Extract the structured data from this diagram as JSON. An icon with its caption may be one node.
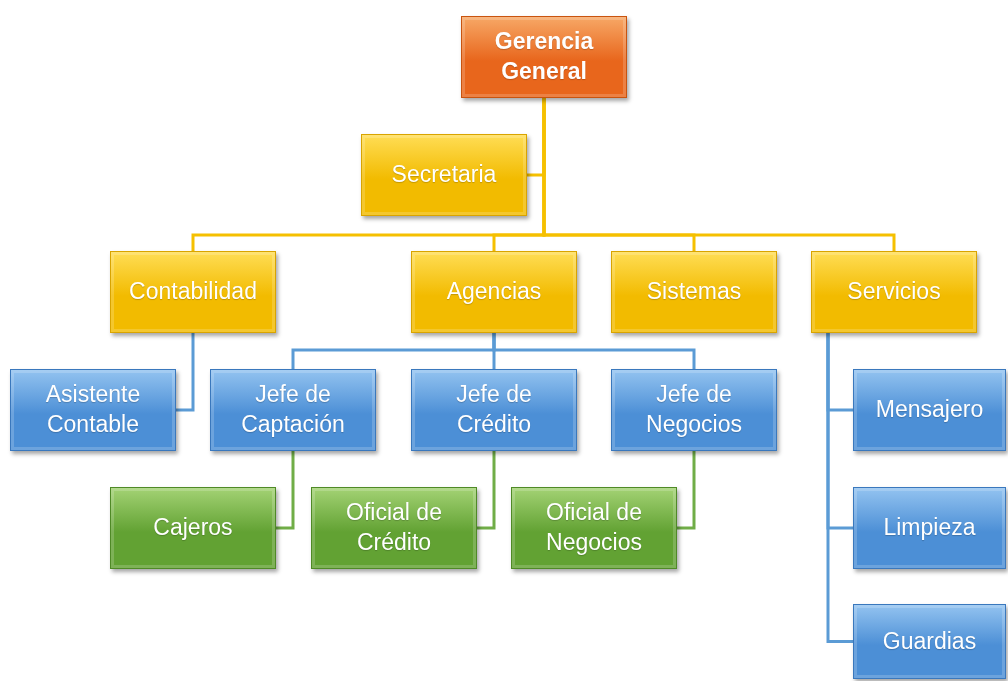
{
  "diagram": {
    "nodes": [
      {
        "text": [
          "Gerencia General"
        ]
      },
      {
        "text": [
          "Secretaria"
        ]
      },
      {
        "text": [
          "Contabilidad"
        ]
      },
      {
        "text": [
          "Agencias"
        ]
      },
      {
        "text": [
          "Sistemas"
        ]
      },
      {
        "text": [
          "Servicios"
        ]
      },
      {
        "text": [
          "Asistente Contable"
        ]
      },
      {
        "text": [
          "Jefe de Captación"
        ]
      },
      {
        "text": [
          "Jefe de Crédito"
        ]
      },
      {
        "text": [
          "Jefe de Negocios"
        ]
      },
      {
        "text": [
          "Mensajero"
        ]
      },
      {
        "text": [
          "Cajeros"
        ]
      },
      {
        "text": [
          "Oficial de Crédito"
        ]
      },
      {
        "text": [
          "Oficial de Negocios"
        ]
      },
      {
        "text": [
          "Limpieza"
        ]
      },
      {
        "text": [
          "Guardias"
        ]
      }
    ],
    "edges": [
      {
        "from": 0,
        "to": 1,
        "arrow": "none",
        "color": "#f5c000"
      },
      {
        "from": 0,
        "to": 2,
        "arrow": "none",
        "color": "#f5c000"
      },
      {
        "from": 0,
        "to": 3,
        "arrow": "none",
        "color": "#f5c000"
      },
      {
        "from": 0,
        "to": 4,
        "arrow": "none",
        "color": "#f5c000"
      },
      {
        "from": 0,
        "to": 5,
        "arrow": "none",
        "color": "#f5c000"
      },
      {
        "from": 2,
        "to": 6,
        "arrow": "none"
      },
      {
        "from": 3,
        "to": 7,
        "arrow": "none"
      },
      {
        "from": 3,
        "to": 8,
        "arrow": "none"
      },
      {
        "from": 3,
        "to": 9,
        "arrow": "none"
      },
      {
        "from": 5,
        "to": 10,
        "arrow": "none"
      },
      {
        "from": 5,
        "to": 14,
        "arrow": "none"
      },
      {
        "from": 5,
        "to": 15,
        "arrow": "none"
      },
      {
        "from": 7,
        "to": 11,
        "arrow": "none",
        "color": "#70ad47"
      },
      {
        "from": 8,
        "to": 12,
        "arrow": "none",
        "color": "#70ad47"
      },
      {
        "from": 9,
        "to": 13,
        "arrow": "none",
        "color": "#70ad47"
      }
    ]
  }
}
